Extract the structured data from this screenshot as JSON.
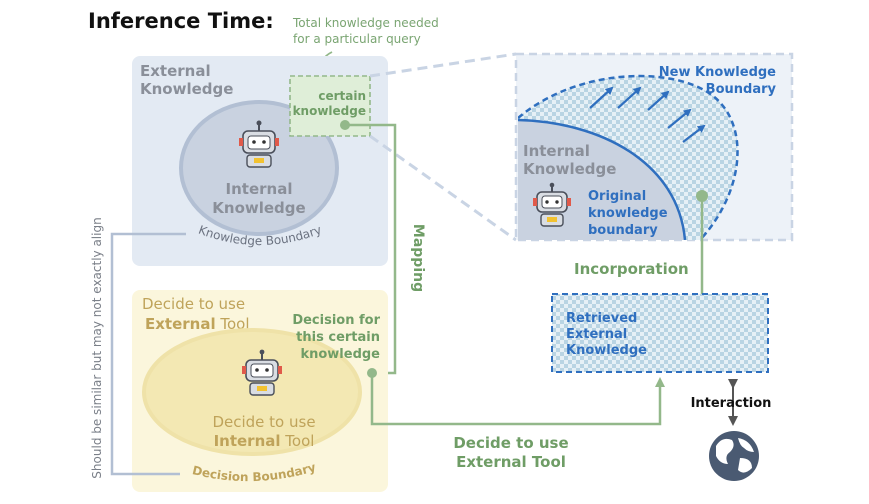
{
  "heading": "Inference Time:",
  "note": {
    "line1": "Total knowledge needed",
    "line2": "for a particular query"
  },
  "external_box": {
    "line1": "External",
    "line2": "Knowledge"
  },
  "certain": {
    "line1": "certain",
    "line2": "knowledge"
  },
  "internal_small": {
    "line1": "Internal",
    "line2": "Knowledge"
  },
  "knowledge_boundary": "Knowledge Boundary",
  "zoom": {
    "new_boundary": {
      "line1": "New Knowledge",
      "line2": "Boundary"
    },
    "internal": {
      "line1": "Internal",
      "line2": "Knowledge"
    },
    "original": {
      "line1": "Original",
      "line2": "knowledge",
      "line3": "boundary"
    }
  },
  "mapping": "Mapping",
  "incorporation": "Incorporation",
  "retrieved": {
    "line1": "Retrieved",
    "line2": "External",
    "line3": "Knowledge"
  },
  "decision_box": {
    "ext_line1": "Decide to use",
    "ext_word": "External",
    "ext_tool": " Tool",
    "for_line1": "Decision for",
    "for_line2": "this certain",
    "for_line3": "knowledge",
    "int_line1": "Decide to use",
    "int_word": "Internal",
    "int_tool": " Tool"
  },
  "decision_boundary": "Decision Boundary",
  "side_note": "Should be similar but may not exactly align",
  "decide_external": {
    "line1": "Decide to use",
    "line2": "External Tool"
  },
  "interaction": "Interaction",
  "colors": {
    "blue_text": "#2f6fbf",
    "green": "#93b88a",
    "green_text": "#6f9d66",
    "gray_text": "#8a8f99",
    "yellow_text": "#bfa35a"
  }
}
